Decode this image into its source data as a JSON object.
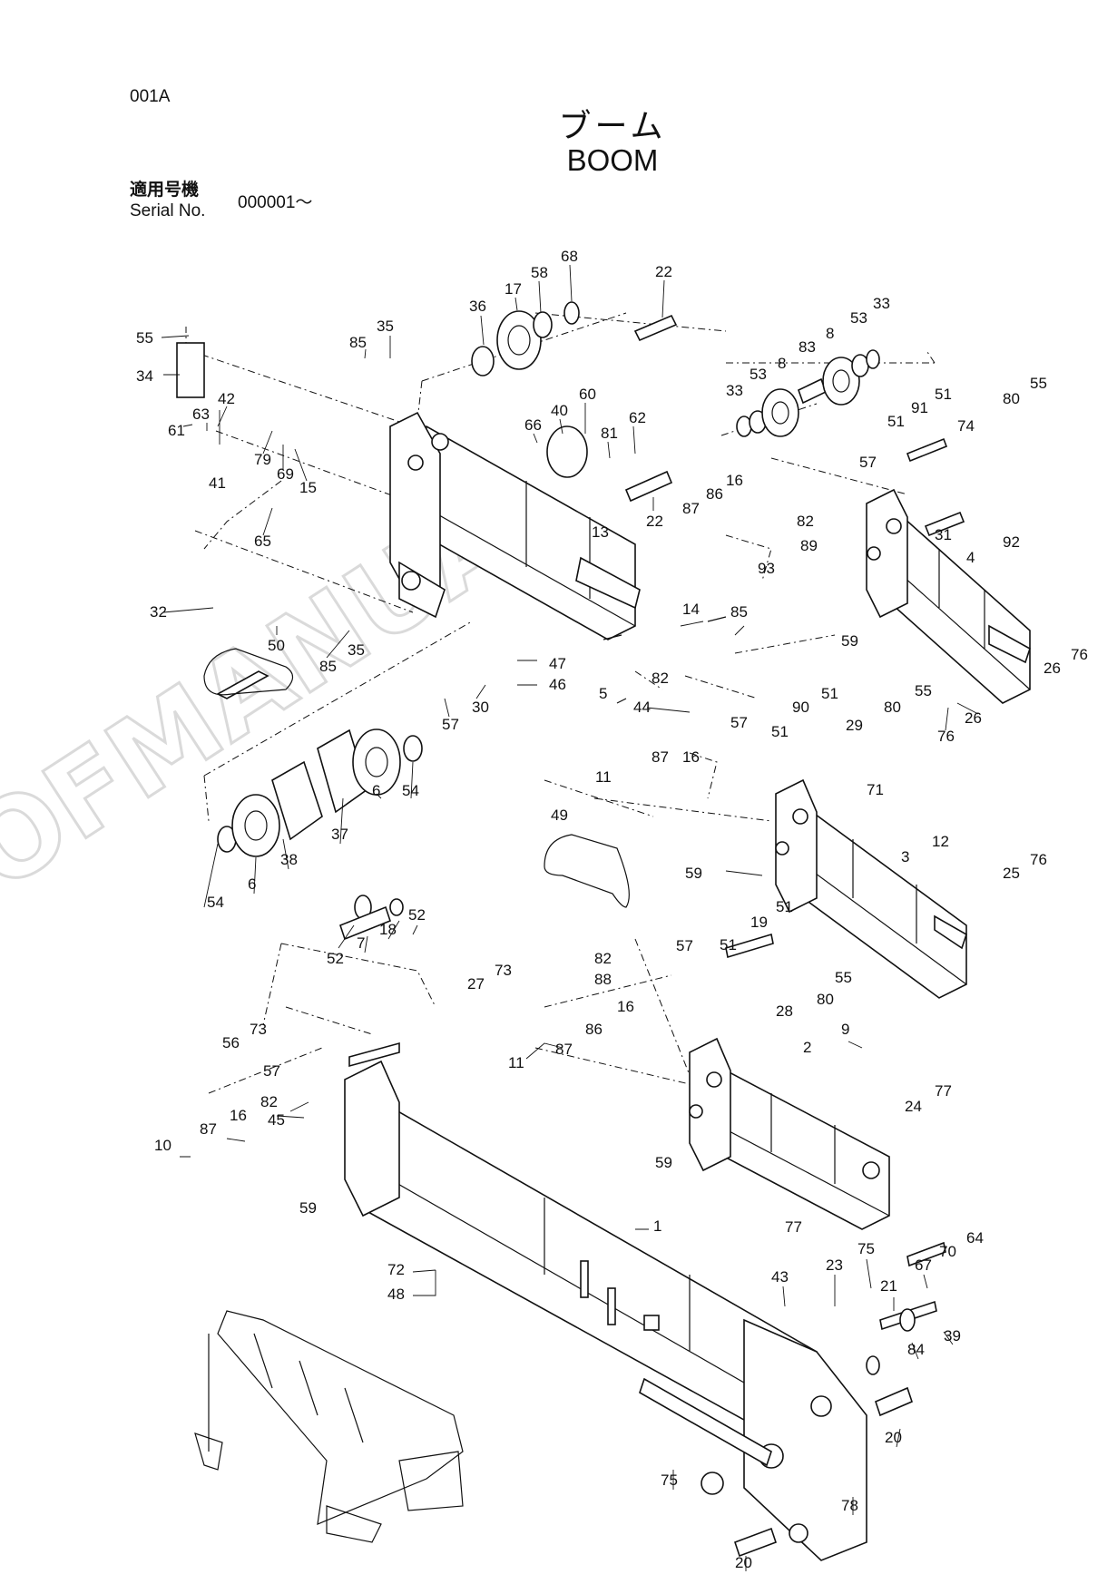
{
  "header": {
    "page_code": "001A",
    "title_jp": "ブーム",
    "title_en": "BOOM",
    "serial_label_jp": "適用号機",
    "serial_label_en": "Serial No.",
    "serial_value": "000001～"
  },
  "watermark": "OFMANUAL",
  "callouts": [
    "55",
    "34",
    "85",
    "35",
    "36",
    "17",
    "58",
    "68",
    "22",
    "61",
    "63",
    "42",
    "41",
    "79",
    "69",
    "15",
    "65",
    "40",
    "66",
    "60",
    "81",
    "62",
    "22",
    "33",
    "53",
    "8",
    "83",
    "8",
    "53",
    "33",
    "51",
    "91",
    "51",
    "74",
    "80",
    "55",
    "57",
    "87",
    "86",
    "16",
    "82",
    "89",
    "31",
    "4",
    "92",
    "13",
    "32",
    "50",
    "85",
    "35",
    "47",
    "46",
    "30",
    "57",
    "14",
    "85",
    "93",
    "59",
    "26",
    "76",
    "5",
    "26",
    "76",
    "82",
    "44",
    "57",
    "51",
    "90",
    "51",
    "29",
    "80",
    "55",
    "87",
    "16",
    "11",
    "49",
    "71",
    "3",
    "12",
    "59",
    "25",
    "76",
    "54",
    "6",
    "38",
    "37",
    "6",
    "54",
    "52",
    "7",
    "18",
    "52",
    "27",
    "73",
    "82",
    "57",
    "51",
    "19",
    "51",
    "88",
    "16",
    "86",
    "87",
    "55",
    "80",
    "28",
    "9",
    "56",
    "73",
    "57",
    "82",
    "45",
    "87",
    "16",
    "10",
    "59",
    "11",
    "2",
    "24",
    "77",
    "59",
    "77",
    "1",
    "72",
    "48",
    "43",
    "23",
    "75",
    "67",
    "70",
    "64",
    "21",
    "84",
    "39",
    "20",
    "75",
    "78",
    "20"
  ]
}
